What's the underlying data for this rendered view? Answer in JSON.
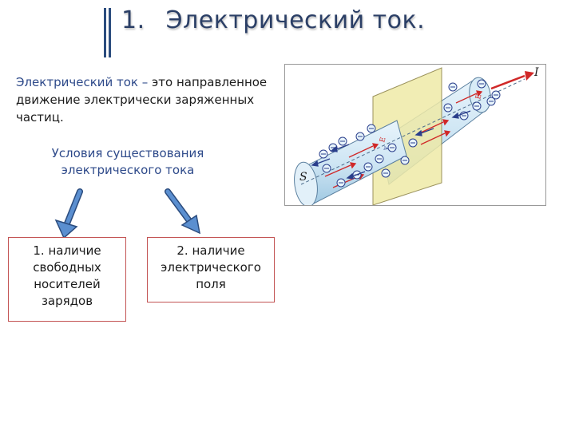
{
  "slide": {
    "title_number": "1.",
    "title_text": "Электрический ток.",
    "definition": {
      "term": "Электрический ток",
      "dash": " – ",
      "text": "это направленное движение электрически заряженных частиц."
    },
    "conditions_heading": "Условия существования электрического тока",
    "conditions": [
      {
        "label": "1. наличие свободных носителей зарядов"
      },
      {
        "label": "2. наличие электрического поля"
      }
    ]
  },
  "diagram": {
    "label_current": "I",
    "label_area": "S",
    "label_field": "E",
    "label_velocity": "v",
    "colors": {
      "cylinder": "#cfe6f4",
      "plane": "#efeaa8",
      "field_vector": "#d02828",
      "velocity_vector": "#2a3f8c"
    }
  },
  "colors": {
    "title": "#2b3f66",
    "accent_text": "#2e4a8a",
    "box_border": "#c35454",
    "arrow_fill": "#5b8fd0"
  }
}
